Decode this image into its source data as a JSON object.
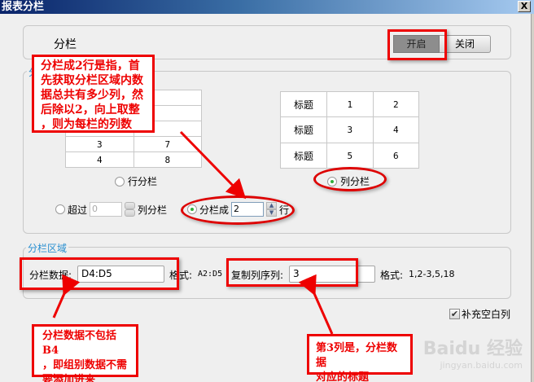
{
  "window": {
    "title": "报表分栏",
    "close_label": "X"
  },
  "toggle_section": {
    "label": "分栏",
    "on_label": "开启",
    "off_label": "关闭",
    "active": "开启"
  },
  "layout_section": {
    "legend": "分",
    "row_preview": {
      "rows": [
        [
          "",
          ""
        ],
        [
          "",
          ""
        ],
        [
          "",
          ""
        ],
        [
          "3",
          "7"
        ],
        [
          "4",
          "8"
        ]
      ]
    },
    "col_preview": {
      "rows": [
        [
          "标题",
          "1",
          "2"
        ],
        [
          "标题",
          "3",
          "4"
        ],
        [
          "标题",
          "5",
          "6"
        ]
      ]
    },
    "row_split_label": "行分栏",
    "col_split_label": "列分栏",
    "exceed_label": "超过",
    "exceed_value": "0",
    "exceed_suffix": "列分栏",
    "split_into_label": "分栏成",
    "split_into_value": "2",
    "split_into_suffix": "行",
    "selected": [
      "col_split",
      "split_into"
    ]
  },
  "area_section": {
    "legend": "分栏区域",
    "data_label": "分栏数据:",
    "data_value": "D4:D5",
    "data_format_label": "格式:",
    "data_format_value": "A2:D5",
    "copy_cols_label": "复制列序列:",
    "copy_cols_value": "3",
    "copy_format_label": "格式:",
    "copy_format_value": "1,2-3,5,18"
  },
  "fill_blank": {
    "label": "补充空白列",
    "checked": true
  },
  "annotations": {
    "note_split_rows": "分栏成2行是指，首先获取分栏区域内数据总共有多少列，然后除以2，向上取整，则为每栏的列数",
    "note_split_rows_lines": [
      "分栏成2行是指，首",
      "先获取分栏区域内数",
      "据总共有多少列，然",
      "后除以2，向上取整",
      "，则为每栏的列数"
    ],
    "note_data_lines": [
      "分栏数据不包括B4",
      "，即组别数据不需",
      "要添加进来"
    ],
    "note_copy_lines": [
      "第3列是，分栏数据",
      "对应的标题"
    ]
  },
  "watermark": {
    "brand": "Baidu 经验",
    "url": "jingyan.baidu.com"
  },
  "colors": {
    "annotation": "#e00000",
    "legend": "#2a8fd0",
    "radio_dot": "#2fae3a"
  }
}
